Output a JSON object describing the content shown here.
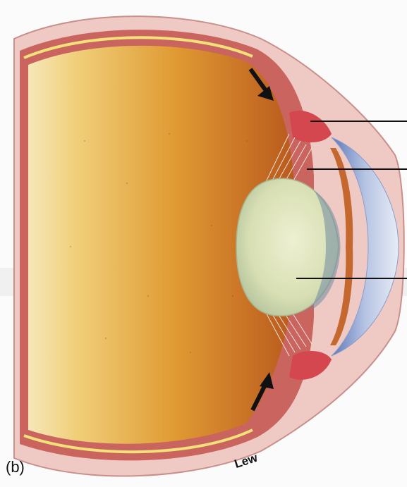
{
  "figure": {
    "panel_label": "(b)",
    "artist_signature": "Lew",
    "leader_lines": 3,
    "arrows": 2
  },
  "colors": {
    "vitreous_light": "#f3d78a",
    "vitreous_mid": "#e0992c",
    "vitreous_dark": "#b4561a",
    "retina": "#f2e07a",
    "choroid": "#c9645f",
    "sclera": "#efc9c4",
    "lens": "#dfe6c0",
    "cornea": "#bcc6e0",
    "iris": "#c4682f",
    "ciliary_body": "#d4474f",
    "leader_line": "#111111"
  }
}
